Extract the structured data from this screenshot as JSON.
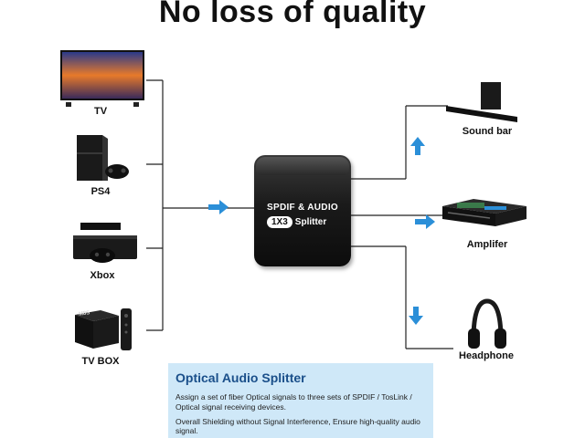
{
  "title": "No loss of quality",
  "sources": {
    "tv": {
      "label": "TV"
    },
    "ps4": {
      "label": "PS4"
    },
    "xbox": {
      "label": "Xbox"
    },
    "tvbox": {
      "label": "TV BOX",
      "device_text": "M8S"
    }
  },
  "splitter": {
    "line1": "SPDIF & AUDIO",
    "badge": "1X3",
    "line2": "Splitter"
  },
  "outputs": {
    "soundbar": {
      "label": "Sound bar"
    },
    "amplifier": {
      "label": "Amplifer"
    },
    "headphone": {
      "label": "Headphone"
    }
  },
  "info": {
    "title": "Optical Audio Splitter",
    "line1": "Assign a set of fiber Optical signals to three sets of  SPDIF / TosLink / Optical signal receiving devices.",
    "line2": "Overall Shielding without Signal Interference, Ensure high-quality audio signal."
  },
  "colors": {
    "accent_arrow": "#2b8fd8",
    "wire": "#222222",
    "panel": "#cfe8f8",
    "panel_title": "#1a4f8a"
  }
}
